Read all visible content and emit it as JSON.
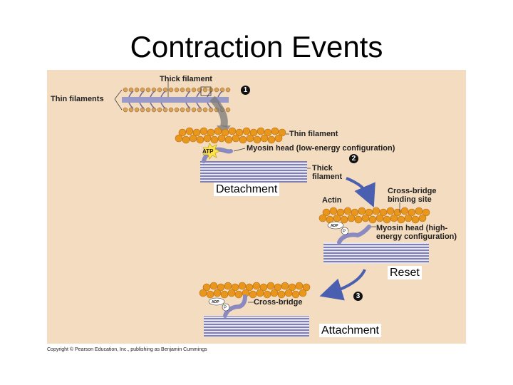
{
  "slide": {
    "title": "Contraction Events",
    "copyright": "Copyright © Pearson Education, Inc., publishing as Benjamin Cummings"
  },
  "figure": {
    "labels": {
      "thick_filament_top": "Thick filament",
      "thin_filaments": "Thin filaments",
      "thin_filament": "Thin filament",
      "myosin_low": "Myosin head (low-energy configuration)",
      "thick_filament_2a": "Thick",
      "thick_filament_2b": "filament",
      "crossbridge_site_a": "Cross-bridge",
      "crossbridge_site_b": "binding site",
      "actin": "Actin",
      "myosin_high_a": "Myosin head (high-",
      "myosin_high_b": "energy configuration)",
      "crossbridge": "Cross-bridge",
      "atp": "ATP",
      "adp": "ADP",
      "pi": "P",
      "pi_sub": "i"
    },
    "steps": {
      "one": "1",
      "two": "2",
      "three": "3"
    },
    "stages": {
      "detachment": "Detachment",
      "reset": "Reset",
      "attachment": "Attachment"
    }
  },
  "colors": {
    "panel": "#f3dcc0",
    "actin": "#e8971c",
    "myosin": "#9a9ac8",
    "arrow": "#4a5fb0"
  }
}
